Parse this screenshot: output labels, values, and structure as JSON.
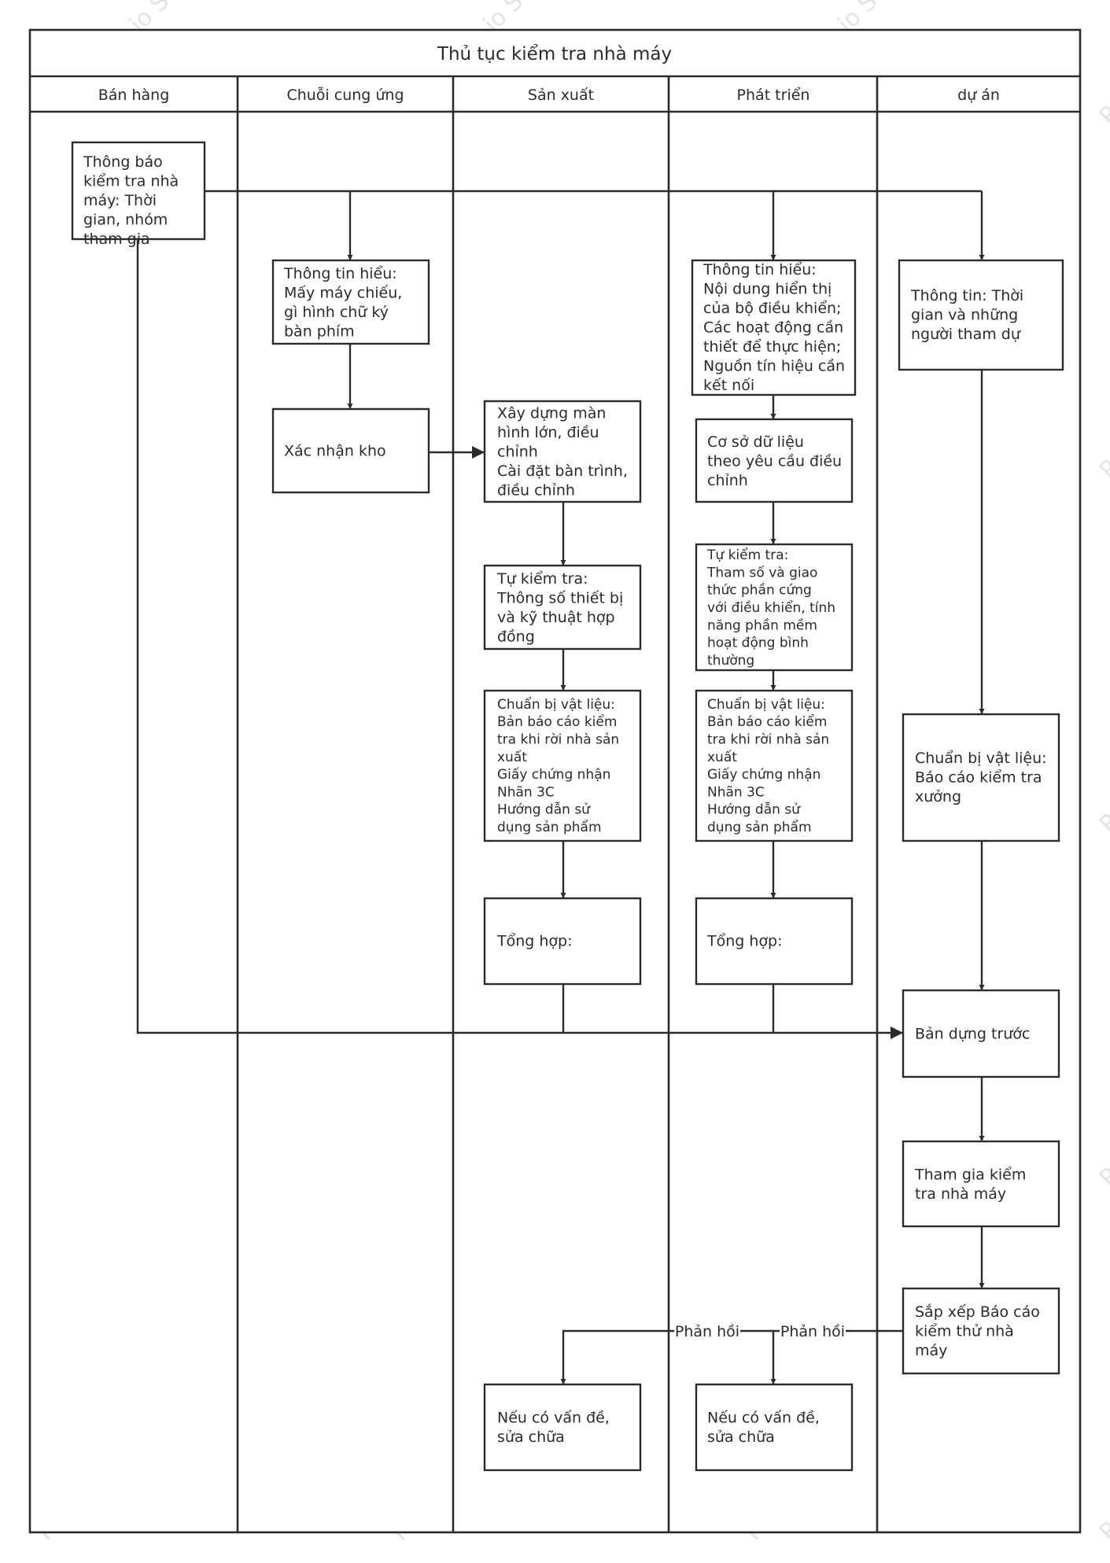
{
  "title": "Thủ tục kiểm tra nhà máy",
  "lanes": [
    "Bán hàng",
    "Chuỗi cung ứng",
    "Sản xuất",
    "Phát triển",
    "dự án"
  ],
  "watermark": "ProcessOn.io Sơ đồ miễn phí",
  "nodes": {
    "sales_notice": [
      "Thông báo",
      "kiểm tra nhà",
      "máy: Thời",
      "gian, nhóm",
      "tham gia"
    ],
    "supply_signal": [
      "Thông tin hiểu:",
      "Mấy máy chiếu,",
      "gì hình chữ ký",
      "bàn phím"
    ],
    "supply_warehouse": [
      "Xác nhận kho"
    ],
    "prod_build": [
      "Xây dựng màn",
      "hình lớn, điều",
      "chỉnh",
      "Cài đặt bàn trình,",
      "điều chỉnh"
    ],
    "prod_selfcheck": [
      "Tự kiểm tra:",
      "Thông số thiết bị",
      "và kỹ thuật hợp",
      "đồng"
    ],
    "prod_prepare": [
      "Chuẩn bị vật liệu:",
      "Bản báo cáo kiểm",
      "tra khi rời nhà sản",
      "xuất",
      "Giấy chứng nhận",
      "Nhãn 3C",
      "Hướng dẫn sử",
      "dụng sản phẩm"
    ],
    "prod_summary": [
      "Tổng hợp:"
    ],
    "prod_fix": [
      "Nếu có vấn đề,",
      "sửa chữa"
    ],
    "dev_signal": [
      "Thông tin hiểu:",
      "Nội dung hiển thị",
      "của bộ điều khiển;",
      "Các hoạt động cần",
      "thiết để thực hiện;",
      "Nguồn tín hiệu cần",
      "kết nối"
    ],
    "dev_database": [
      "Cơ sở dữ liệu",
      "theo yêu cầu điều",
      "chỉnh"
    ],
    "dev_selfcheck": [
      "Tự kiểm tra:",
      "Tham số và giao",
      "thức phần cứng",
      "với điều khiển, tính",
      "năng phần mềm",
      "hoạt động bình",
      "thường"
    ],
    "dev_prepare": [
      "Chuẩn bị vật liệu:",
      "Bản báo cáo kiểm",
      "tra khi rời nhà sản",
      "xuất",
      "Giấy chứng nhận",
      "Nhãn 3C",
      "Hướng dẫn sử",
      "dụng sản phẩm"
    ],
    "dev_summary": [
      "Tổng hợp:"
    ],
    "dev_fix": [
      "Nếu có vấn đề,",
      "sửa chữa"
    ],
    "proj_info": [
      "Thông tin: Thời",
      "gian và những",
      "người tham dự"
    ],
    "proj_prepare": [
      "Chuẩn bị vật liệu:",
      "Báo cáo kiểm tra",
      "xưởng"
    ],
    "proj_prebuild": [
      "Bản dựng trước"
    ],
    "proj_attend": [
      "Tham gia kiểm",
      "tra nhà máy"
    ],
    "proj_report": [
      "Sắp xếp Báo cáo",
      "kiểm thử nhà",
      "máy"
    ]
  },
  "edge_labels": {
    "feedback_prod": "Phản hồi",
    "feedback_dev": "Phản hồi"
  }
}
